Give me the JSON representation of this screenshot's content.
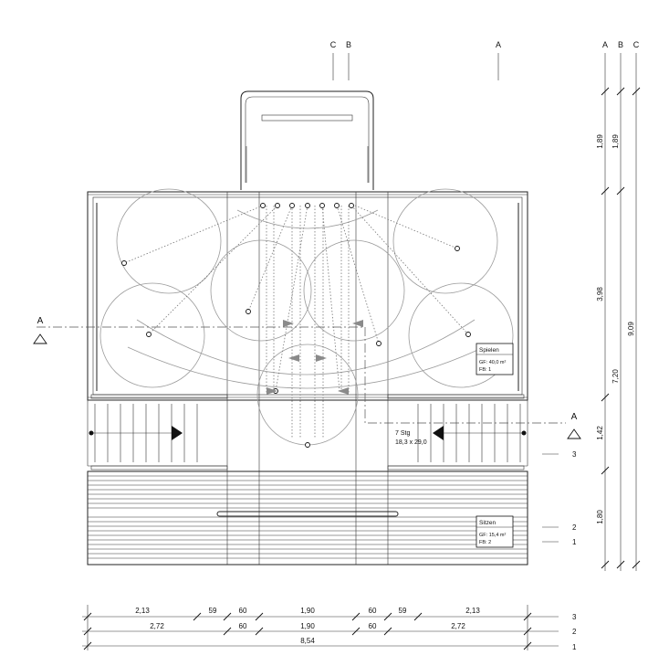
{
  "grid_axes": {
    "top_labels": [
      "C",
      "B",
      "A"
    ],
    "right_labels": [
      "A",
      "B",
      "C"
    ]
  },
  "section_marks": {
    "left_label": "A",
    "right_label": "A"
  },
  "rooms": {
    "play": {
      "name": "Spielen",
      "gf": "GF:  40,0 m²",
      "fb": "FB:   1"
    },
    "sit": {
      "name": "Sitzen",
      "gf": "GF:  15,4 m²",
      "fb": "FB:   2"
    }
  },
  "stairs": {
    "steps": "7 Stg",
    "size": "18,3 x 29,0"
  },
  "horizontal_dims": {
    "row3": [
      "2,13",
      "59",
      "60",
      "1,90",
      "60",
      "59",
      "2,13"
    ],
    "row2": [
      "2,72",
      "60",
      "1,90",
      "60",
      "2,72"
    ],
    "row1": [
      "8,54"
    ],
    "row_labels": [
      "3",
      "2",
      "1"
    ]
  },
  "vertical_dims": {
    "col1": [
      "1,89",
      "3,98",
      "1,42",
      "1,80"
    ],
    "col2": [
      "1,89",
      "7,20"
    ],
    "col3": [
      "9,09"
    ]
  },
  "level_marks": [
    "3",
    "2",
    "1"
  ]
}
